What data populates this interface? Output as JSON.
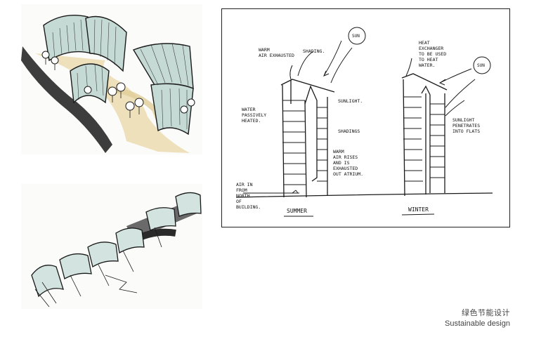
{
  "section_sketch": {
    "summer": {
      "title": "SUMMER",
      "sun": "SUN",
      "warm_air": [
        "WARM",
        "AIR EXHAUSTED"
      ],
      "shading": "SHADING.",
      "sunlight": "SUNLIGHT.",
      "water": [
        "WATER",
        "PASSIVELY",
        "HEATED."
      ],
      "shadings": "SHADINGS",
      "warm_rises": [
        "WARM",
        "AIR RISES",
        "AND IS",
        "EXHAUSTED",
        "OUT ATRIUM."
      ],
      "air_in": [
        "AIR IN",
        "FROM",
        "NORTH",
        "OF",
        "BUILDING."
      ]
    },
    "winter": {
      "title": "WINTER",
      "sun": "SUN",
      "heat_exchanger": [
        "HEAT",
        "EXCHANGER",
        "TO BE USED",
        "TO HEAT",
        "WATER."
      ],
      "sunlight": [
        "SUNLIGHT",
        "PENETRATES",
        "INTO FLATS"
      ]
    }
  },
  "caption": {
    "title_cn": "绿色节能设计",
    "title_en": "Sustainable design"
  },
  "colors": {
    "ink": "#1a1a1a",
    "glass": "#b8d0cc",
    "road": "#4a4a4a",
    "path": "#e6d4a4"
  }
}
